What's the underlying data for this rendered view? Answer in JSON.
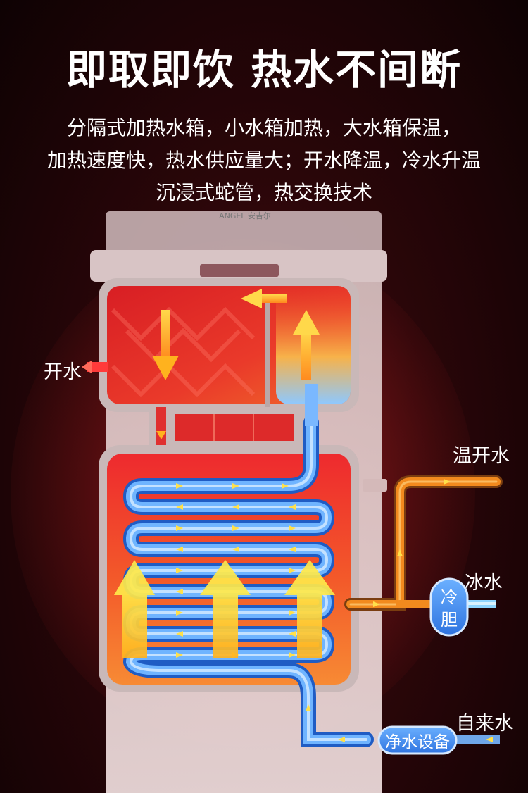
{
  "header": {
    "title": "即取即饮 热水不间断",
    "desc_lines": [
      "分隔式加热水箱，小水箱加热，大水箱保温，",
      "加热速度快，热水供应量大；开水降温，冷水升温",
      "沉浸式蛇管，热交换技术"
    ]
  },
  "diagram": {
    "brand": "ANGEL 安吉尔",
    "labels": {
      "boiling": "开水",
      "warm": "温开水",
      "cold": "冰水",
      "tap": "自来水"
    },
    "cold_tank": "冷胆",
    "cold_tank_chars": [
      "冷",
      "胆"
    ],
    "purifier": "净水设备"
  },
  "colors": {
    "hot": "#e8202a",
    "cool_pipe": "#5aa6f5",
    "warm_pipe": "#f28a1e",
    "arrow": "#ffd21e"
  }
}
